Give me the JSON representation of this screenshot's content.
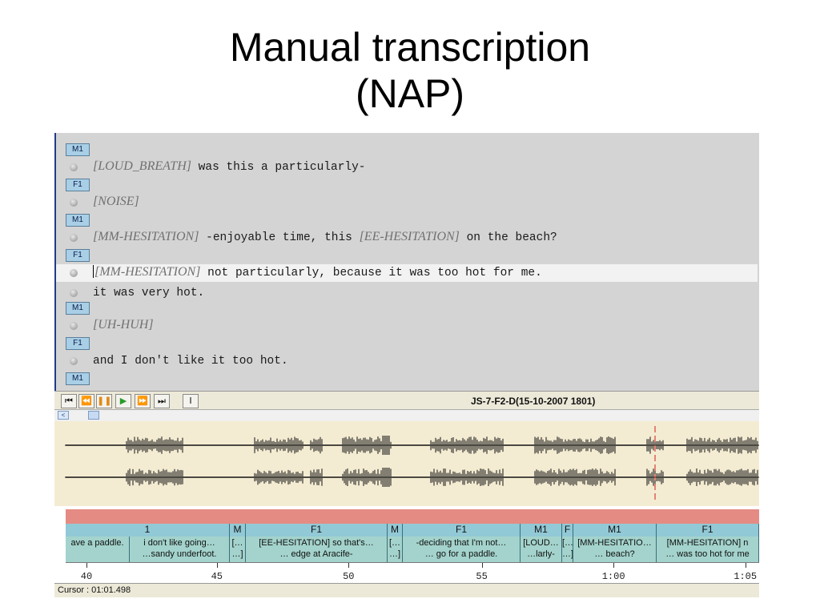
{
  "slide": {
    "title_line1": "Manual transcription",
    "title_line2": "(NAP)"
  },
  "transcript": {
    "rows": [
      {
        "speaker": "M1",
        "segments": [
          {
            "text": "[LOUD_BREATH]",
            "kind": "ann"
          },
          {
            "text": " was this a particularly-",
            "kind": "mono"
          }
        ]
      },
      {
        "speaker": "F1",
        "segments": [
          {
            "text": "[NOISE]",
            "kind": "ann"
          }
        ]
      },
      {
        "speaker": "M1",
        "segments": [
          {
            "text": "[MM-HESITATION]",
            "kind": "ann"
          },
          {
            "text": " -enjoyable time, this ",
            "kind": "mono"
          },
          {
            "text": "[EE-HESITATION]",
            "kind": "ann"
          },
          {
            "text": " on the beach?",
            "kind": "mono"
          }
        ]
      },
      {
        "speaker": "F1",
        "active": true,
        "segments": [
          {
            "text": "[MM-HESITATION]",
            "kind": "ann"
          },
          {
            "text": " not particularly, because it was too hot for me.",
            "kind": "mono"
          }
        ]
      },
      {
        "speaker": "",
        "segments": [
          {
            "text": "it was very hot.",
            "kind": "mono"
          }
        ]
      },
      {
        "speaker": "M1",
        "segments": [
          {
            "text": "[UH-HUH]",
            "kind": "ann"
          }
        ]
      },
      {
        "speaker": "F1",
        "segments": [
          {
            "text": "and I don't like it too hot.",
            "kind": "mono"
          }
        ]
      },
      {
        "speaker": "M1",
        "segments": []
      }
    ]
  },
  "toolbar": {
    "file_name": "JS-7-F2-D(15-10-2007 1801)",
    "buttons": [
      {
        "name": "go-start-button",
        "glyph": "⏮"
      },
      {
        "name": "rewind-button",
        "glyph": "⏪"
      },
      {
        "name": "pause-button",
        "glyph": "❚❚"
      },
      {
        "name": "play-button",
        "glyph": "▶"
      },
      {
        "name": "fast-forward-button",
        "glyph": "⏩"
      },
      {
        "name": "go-end-button",
        "glyph": "⏭"
      },
      {
        "name": "cursor-tool-button",
        "glyph": "I"
      }
    ],
    "scroll_left_glyph": "<"
  },
  "tiers": {
    "speakers": [
      {
        "label": "1",
        "w": 205
      },
      {
        "label": "M",
        "w": 20
      },
      {
        "label": "F1",
        "w": 177
      },
      {
        "label": "M",
        "w": 19
      },
      {
        "label": "F1",
        "w": 147
      },
      {
        "label": "M1",
        "w": 52
      },
      {
        "label": "F",
        "w": 14
      },
      {
        "label": "M1",
        "w": 104
      },
      {
        "label": "F1",
        "w": 128
      }
    ],
    "utterances": [
      {
        "lines": [
          "ave a paddle.",
          ""
        ],
        "w": 80
      },
      {
        "lines": [
          "i don't like going…",
          "…sandy underfoot."
        ],
        "w": 125
      },
      {
        "lines": [
          "[…",
          "…]"
        ],
        "w": 20
      },
      {
        "lines": [
          "[EE-HESITATION] so that's…",
          "… edge at Aracife-"
        ],
        "w": 177
      },
      {
        "lines": [
          "[…",
          "…]"
        ],
        "w": 19
      },
      {
        "lines": [
          "-deciding that I'm not…",
          "… go for a paddle."
        ],
        "w": 147
      },
      {
        "lines": [
          "[LOUD…",
          "…larly-"
        ],
        "w": 52
      },
      {
        "lines": [
          "[…",
          "…]"
        ],
        "w": 14
      },
      {
        "lines": [
          "[MM-HESITATIO…",
          "… beach?"
        ],
        "w": 104
      },
      {
        "lines": [
          "[MM-HESITATION] n",
          "… was too hot for me"
        ],
        "w": 128
      }
    ]
  },
  "ruler": {
    "ticks": [
      {
        "label": "40",
        "pos": 0.03
      },
      {
        "label": "45",
        "pos": 0.218
      },
      {
        "label": "50",
        "pos": 0.408
      },
      {
        "label": "55",
        "pos": 0.6
      },
      {
        "label": "1:00",
        "pos": 0.79
      },
      {
        "label": "1:05",
        "pos": 0.98
      }
    ]
  },
  "status": {
    "cursor_text": "Cursor : 01:01.498"
  },
  "colors": {
    "speaker_button": "#a9cfe6",
    "waveform_bg": "#f4ecd2",
    "tier_bar": "#e48b83",
    "tier_head": "#92c9d6",
    "tier_body": "#a3d3cc",
    "cursor_line": "#d11b1b"
  }
}
